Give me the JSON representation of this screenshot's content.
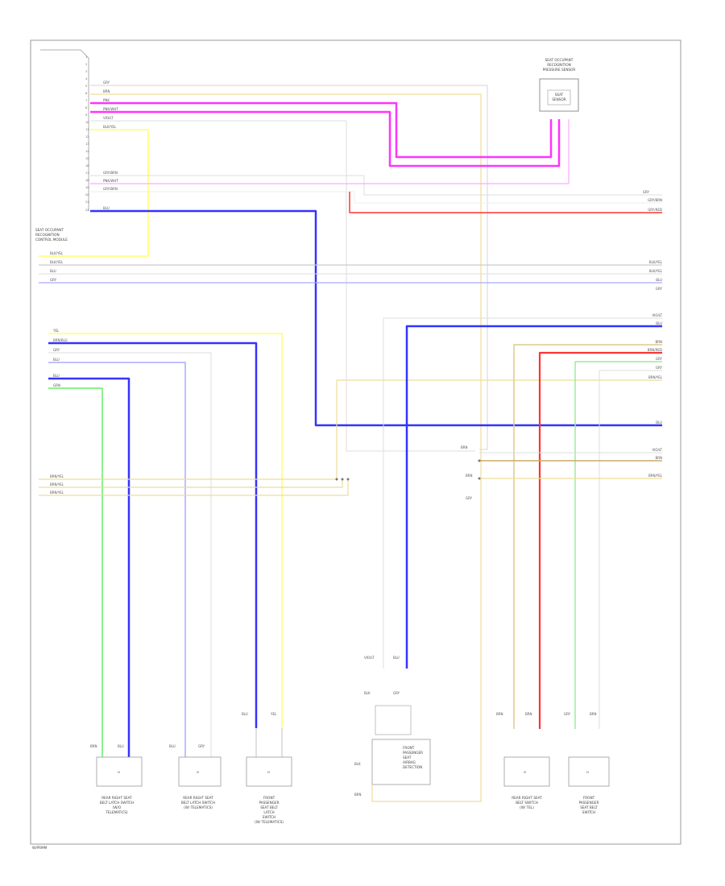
{
  "colors": {
    "pink": "#ff33ff",
    "blue": "#3333ff",
    "yellow": "#ffff66",
    "tan": "#ddcc88",
    "red": "#ff3333",
    "green": "#66ee66",
    "grey": "#cccccc",
    "lightpink": "#ffaaff"
  },
  "modules": {
    "top_right": [
      "SEAT OCCUPANT",
      "RECOGNITION",
      "PRESSURE SENSOR"
    ],
    "top_right_inner": [
      "SEAT",
      "SENSOR"
    ],
    "left_module": [
      "SEAT OCCUPANT",
      "RECOGNITION",
      "CONTROL MODULE"
    ]
  },
  "wire_labels": {
    "left_top": [
      "GRY",
      "BRN",
      "PNK",
      "PNK/WHT",
      "VIO/LT",
      "BLK/YEL"
    ],
    "left_mid": [
      "GRY/BRN",
      "PNK/WHT",
      "GRY/BRN"
    ],
    "blue_top": "BLU",
    "right_top": [
      "GRY",
      "GRY/BRN",
      "GRY/RED"
    ],
    "band": [
      "BLK/YEL",
      "BLK/YEL",
      "BLU",
      "GRY"
    ],
    "band_right": [
      "BLK/YEL",
      "BLK/YEL",
      "BLU",
      "GRY"
    ],
    "group1": [
      "YEL",
      "BRN/BLU",
      "GRY",
      "BLU"
    ],
    "group2": [
      "BLU",
      "GRN"
    ],
    "group3": [
      "BRN/YEL",
      "BRN/YEL",
      "BRN/YEL"
    ],
    "right_mid": [
      "VIO/LT",
      "BLU"
    ],
    "right_group": [
      "BRN",
      "BRN/RED",
      "GRY",
      "GRY",
      "BRN/YEL"
    ],
    "right_blu": "BLU",
    "right_low": [
      "VIO/LT",
      "BRN"
    ],
    "right_low2": "BRN/YEL",
    "mid_low": [
      "BRN",
      "BRN",
      "GRY"
    ]
  },
  "connector_labels": {
    "c1": [
      "BRN",
      "BLU"
    ],
    "c2": [
      "BLU",
      "GRY"
    ],
    "c3": [
      "BLU",
      "YEL"
    ],
    "c4": [
      "VIO/LT",
      "BLU"
    ],
    "c5": [
      "BRN",
      "BRN"
    ],
    "c6": [
      "GRY",
      "BRN"
    ],
    "c4_low": [
      "BLK",
      "GRY"
    ],
    "c4_side": [
      "BLK",
      "BRN"
    ]
  },
  "components": {
    "c1": [
      "REAR RIGHT SEAT",
      "BELT LATCH SWITCH",
      "(W/O",
      "TELEMATICS)"
    ],
    "c2": [
      "REAR RIGHT SEAT",
      "BELT LATCH SWITCH",
      "(W/ TELEMATICS)"
    ],
    "c3": [
      "FRONT",
      "PASSENGER",
      "SEAT BELT",
      "LATCH",
      "SWITCH",
      "(W/ TELEMATICS)"
    ],
    "c4": [
      "FRONT",
      "PASSENGER",
      "SEAT",
      "AIRBAG",
      "DETECTION"
    ],
    "c5": [
      "REAR RIGHT SEAT",
      "BELT SWITCH",
      "(W/ TEL)"
    ],
    "c6": [
      "FRONT",
      "PASSENGER",
      "SEAT BELT",
      "SWITCH"
    ]
  },
  "footer": "W/PRMM"
}
